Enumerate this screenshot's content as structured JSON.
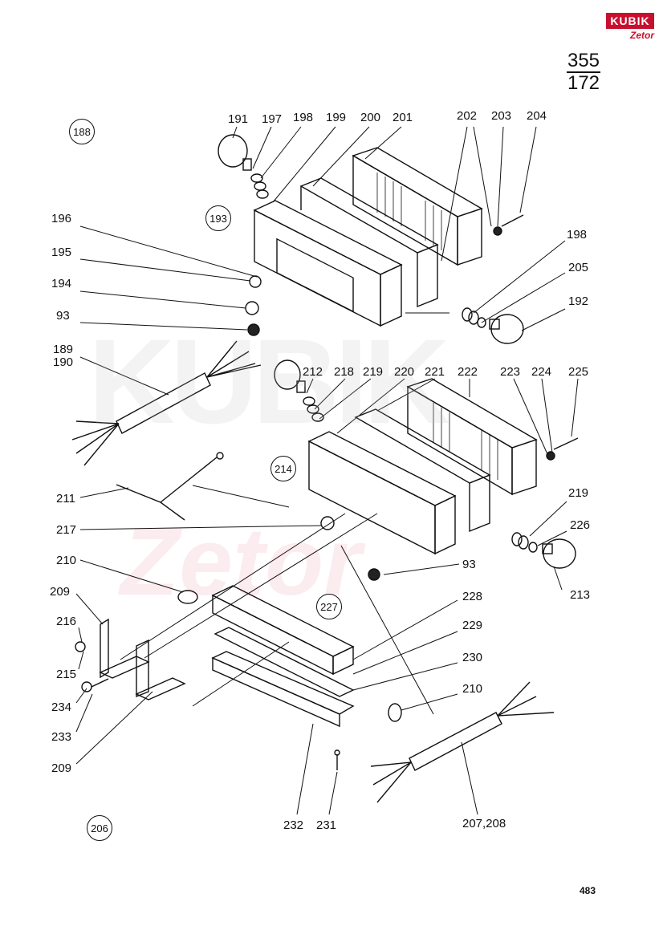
{
  "brand": {
    "logo_text": "KUBIK",
    "logo_sub": "Zetor",
    "accent_color": "#c8102e"
  },
  "reference": {
    "top": "355",
    "bottom": "172"
  },
  "page_number": "483",
  "group_refs": {
    "g188": "188",
    "g193": "193",
    "g214": "214",
    "g227": "227",
    "g206": "206"
  },
  "labels": {
    "l191": "191",
    "l197": "197",
    "l198a": "198",
    "l199": "199",
    "l200": "200",
    "l201": "201",
    "l202": "202",
    "l203": "203",
    "l204": "204",
    "l196": "196",
    "l195": "195",
    "l194": "194",
    "l93a": "93",
    "l198b": "198",
    "l205": "205",
    "l192": "192",
    "l189": "189",
    "l190": "190",
    "l212": "212",
    "l218": "218",
    "l219a": "219",
    "l220": "220",
    "l221": "221",
    "l222": "222",
    "l223": "223",
    "l224": "224",
    "l225": "225",
    "l211": "211",
    "l217": "217",
    "l219b": "219",
    "l226": "226",
    "l93b": "93",
    "l213": "213",
    "l210a": "210",
    "l209a": "209",
    "l216": "216",
    "l215": "215",
    "l228": "228",
    "l229": "229",
    "l230": "230",
    "l210b": "210",
    "l234": "234",
    "l233": "233",
    "l209b": "209",
    "l232": "232",
    "l231": "231",
    "l207": "207,208"
  },
  "icons": [
    "kubik-zetor-logo",
    "bulb-icon",
    "lamp-housing",
    "wiring-harness"
  ]
}
